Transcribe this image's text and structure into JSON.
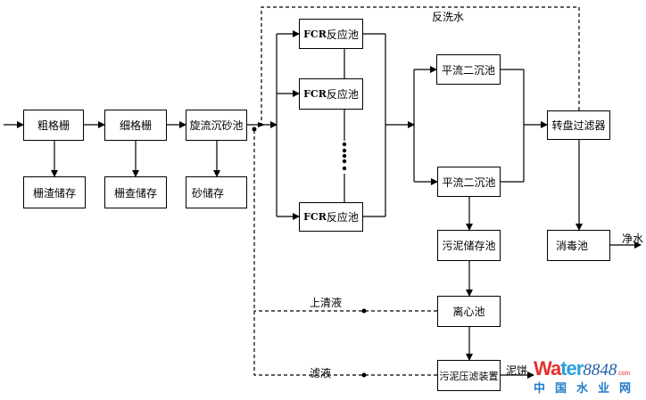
{
  "diagram": {
    "title": "Wastewater treatment process flow",
    "nodes": {
      "coarse_screen": "粗格栅",
      "fine_screen": "细格栅",
      "vortex_grit": "旋流沉砂池",
      "screenings_storage_1": "栅渣储存",
      "screenings_storage_2": "栅查储存",
      "sand_storage": "砂储存",
      "fcr_1_prefix": "FCR",
      "fcr_1_suffix": "反应池",
      "fcr_2_prefix": "FCR",
      "fcr_2_suffix": "反应池",
      "fcr_3_prefix": "FCR",
      "fcr_3_suffix": "反应池",
      "sedimentation_1": "平流二沉池",
      "sedimentation_2": "平流二沉池",
      "sludge_storage": "污泥储存池",
      "centrifuge": "离心池",
      "sludge_press": "污泥压滤装置",
      "disk_filter": "转盘过滤器",
      "disinfection": "消毒池"
    },
    "labels": {
      "backwash": "反洗水",
      "supernatant": "上清液",
      "filtrate": "滤液",
      "clean_water": "净水",
      "sludge_cake": "泥饼"
    },
    "edges": [
      {
        "from": "inlet",
        "to": "coarse_screen",
        "style": "solid"
      },
      {
        "from": "coarse_screen",
        "to": "fine_screen",
        "style": "solid"
      },
      {
        "from": "fine_screen",
        "to": "vortex_grit",
        "style": "solid"
      },
      {
        "from": "coarse_screen",
        "to": "screenings_storage_1",
        "style": "solid"
      },
      {
        "from": "fine_screen",
        "to": "screenings_storage_2",
        "style": "solid"
      },
      {
        "from": "vortex_grit",
        "to": "sand_storage",
        "style": "solid"
      },
      {
        "from": "vortex_grit",
        "to": "fcr_1",
        "style": "solid"
      },
      {
        "from": "vortex_grit",
        "to": "fcr_2",
        "style": "solid"
      },
      {
        "from": "vortex_grit",
        "to": "fcr_3",
        "style": "solid"
      },
      {
        "from": "fcr_all",
        "to": "sedimentation_1",
        "style": "solid"
      },
      {
        "from": "fcr_all",
        "to": "sedimentation_2",
        "style": "solid"
      },
      {
        "from": "sedimentation_all",
        "to": "disk_filter",
        "style": "solid"
      },
      {
        "from": "sedimentation_2",
        "to": "sludge_storage",
        "style": "solid"
      },
      {
        "from": "sludge_storage",
        "to": "centrifuge",
        "style": "solid"
      },
      {
        "from": "centrifuge",
        "to": "sludge_press",
        "style": "solid"
      },
      {
        "from": "disk_filter",
        "to": "disinfection",
        "style": "solid"
      },
      {
        "from": "disinfection",
        "to": "clean_water",
        "style": "solid"
      },
      {
        "from": "sludge_press",
        "to": "sludge_cake",
        "style": "solid"
      },
      {
        "from": "disk_filter",
        "to": "vortex_grit_outlet",
        "style": "dashed",
        "label": "backwash"
      },
      {
        "from": "centrifuge",
        "to": "vortex_grit_outlet",
        "style": "dashed",
        "label": "supernatant"
      },
      {
        "from": "sludge_press",
        "to": "vortex_grit_outlet",
        "style": "dashed",
        "label": "filtrate"
      }
    ]
  },
  "watermark": {
    "brand_a": "Wa",
    "brand_b": "ter",
    "brand_num": "8848",
    "brand_tld": ".com",
    "brand_cn": "中国水业网",
    "color_red": "#e8302a",
    "color_blue": "#1f7ac8"
  }
}
